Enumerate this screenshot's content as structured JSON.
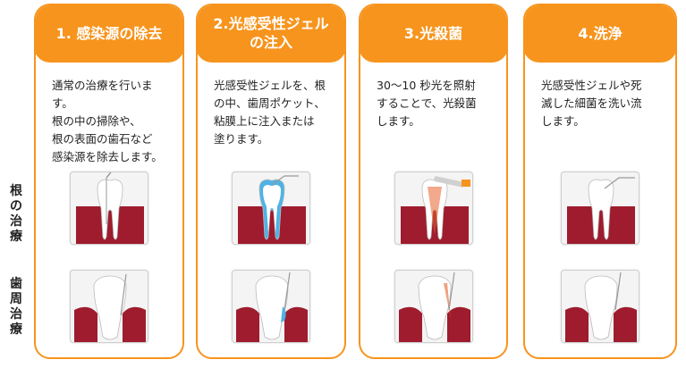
{
  "side_labels": {
    "root": "根の治療",
    "perio": "歯周治療"
  },
  "colors": {
    "accent": "#f7941d",
    "gum": "#9e1c2d",
    "gel": "#4db3e6",
    "light": "#e8602a"
  },
  "steps": [
    {
      "title": "1. 感染源の除去",
      "desc": "通常の治療を行います。\n根の中の掃除や、\n根の表面の歯石など\n感染源を除去します。"
    },
    {
      "title": "2.光感受性ジェル\nの注入",
      "desc": "光感受性ジェルを、根\nの中、歯周ポケット、\n粘膜上に注入または\n塗ります。"
    },
    {
      "title": "3.光殺菌",
      "desc": "30～10 秒光を照射\nすることで、光殺菌\nします。"
    },
    {
      "title": "4.洗浄",
      "desc": "光感受性ジェルや死\n滅した細菌を洗い流\nします。"
    }
  ]
}
